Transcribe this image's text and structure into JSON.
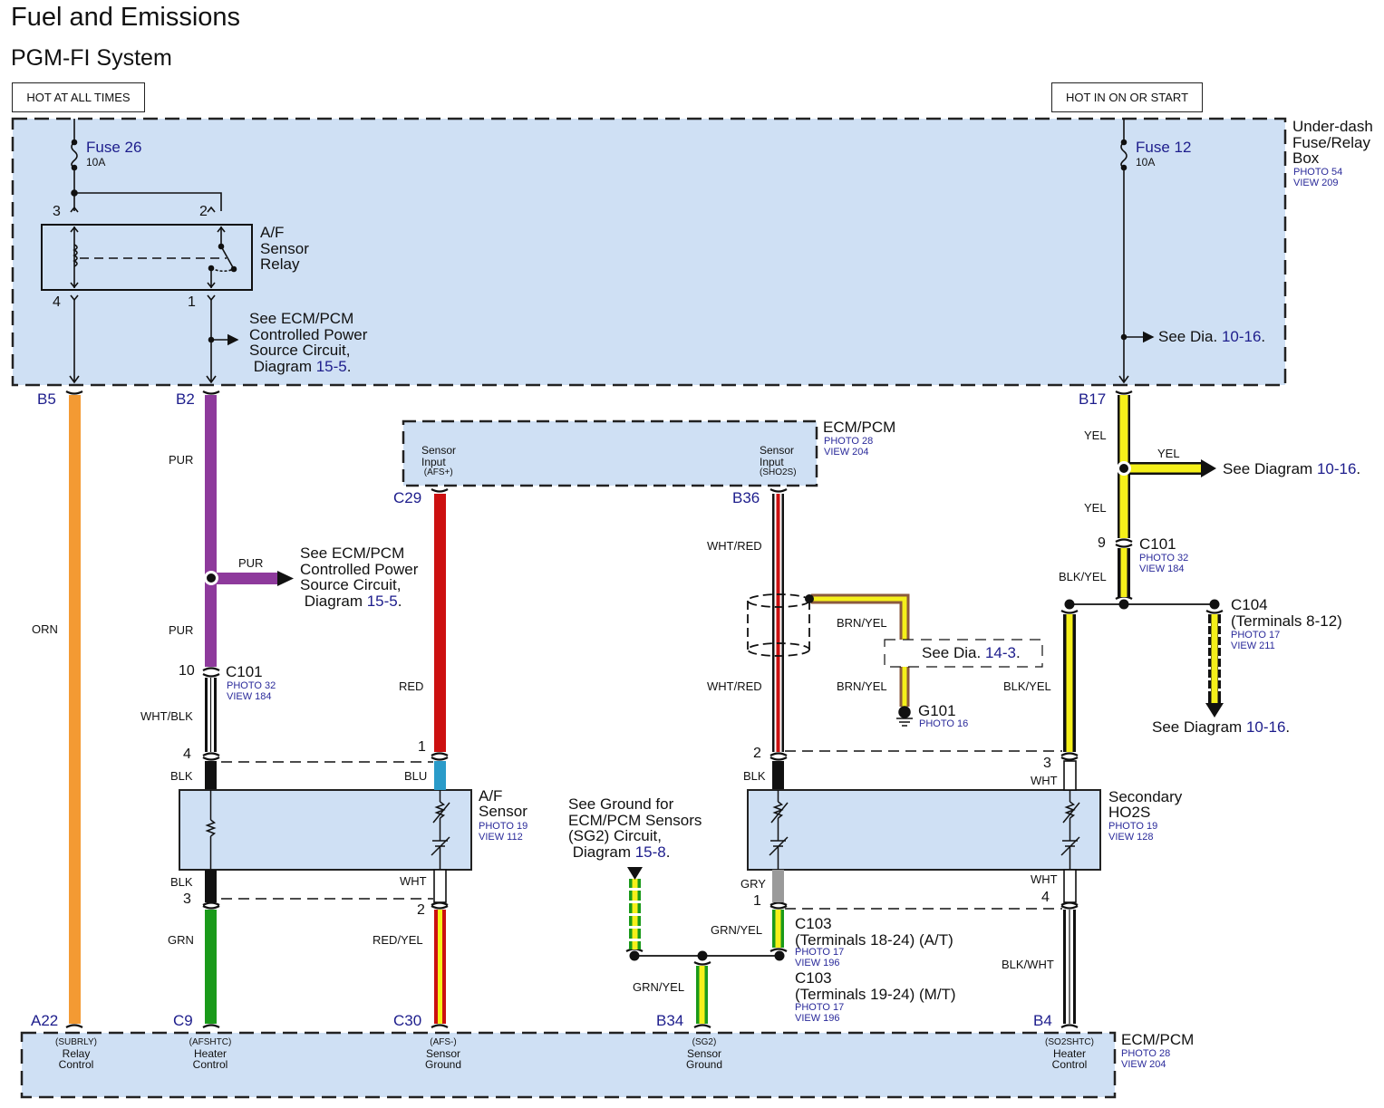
{
  "header": {
    "title": "Fuel and Emissions",
    "subtitle": "PGM-FI System"
  },
  "power_sources": {
    "left": "HOT AT ALL TIMES",
    "right": "HOT IN ON OR START"
  },
  "fuse_box": {
    "name": "Under-dash Fuse/Relay Box",
    "name_lines": [
      "Under-dash",
      "Fuse/Relay",
      "Box"
    ],
    "photo": "PHOTO 54",
    "view": "VIEW 209",
    "fuses": [
      {
        "name": "Fuse 26",
        "rating": "10A"
      },
      {
        "name": "Fuse 12",
        "rating": "10A"
      }
    ],
    "relay": {
      "name_lines": [
        "A/F",
        "Sensor",
        "Relay"
      ],
      "pins": [
        "3",
        "2",
        "4",
        "1"
      ]
    },
    "ref_left": {
      "lines": [
        "See ECM/PCM",
        "Controlled Power",
        "Source Circuit,",
        "Diagram "
      ],
      "link": "15-5",
      "suffix": "."
    },
    "ref_right": {
      "text": "See Dia. ",
      "link": "10-16",
      "suffix": "."
    },
    "terminals": [
      "B5",
      "B2",
      "B17"
    ]
  },
  "ecm_top": {
    "name": "ECM/PCM",
    "photo": "PHOTO 28",
    "view": "VIEW 204",
    "inputs": [
      {
        "lines": [
          "Sensor",
          "Input"
        ],
        "signal": "(AFS+)",
        "terminal": "C29"
      },
      {
        "lines": [
          "Sensor",
          "Input"
        ],
        "signal": "(SHO2S)",
        "terminal": "B36"
      }
    ]
  },
  "wires": {
    "orn": "ORN",
    "pur1": "PUR",
    "pur_branch": "PUR",
    "pur2": "PUR",
    "wht_blk": "WHT/BLK",
    "blk1": "BLK",
    "blk2": "BLK",
    "grn": "GRN",
    "red": "RED",
    "blu": "BLU",
    "wht1": "WHT",
    "red_yel": "RED/YEL",
    "wht_red1": "WHT/RED",
    "wht_red2": "WHT/RED",
    "brn_yel1": "BRN/YEL",
    "brn_yel2": "BRN/YEL",
    "blk3": "BLK",
    "gry": "GRY",
    "grn_yel1": "GRN/YEL",
    "grn_yel2": "GRN/YEL",
    "yel1": "YEL",
    "yel_branch": "YEL",
    "yel2": "YEL",
    "blk_yel1": "BLK/YEL",
    "blk_yel2": "BLK/YEL",
    "wht2": "WHT",
    "wht3": "WHT",
    "blk_wht": "BLK/WHT"
  },
  "refs": {
    "pur_ref": {
      "lines": [
        "See ECM/PCM",
        "Controlled Power",
        "Source Circuit,",
        "Diagram "
      ],
      "link": "15-5",
      "suffix": "."
    },
    "yel_ref": {
      "text": "See Diagram ",
      "link": "10-16",
      "suffix": "."
    },
    "c104_ref": {
      "text": "See Diagram ",
      "link": "10-16",
      "suffix": "."
    },
    "shield_ref": {
      "text": "See Dia. ",
      "link": "14-3",
      "suffix": "."
    },
    "sg2_ref": {
      "lines": [
        "See Ground for",
        "ECM/PCM Sensors",
        "(SG2) Circuit,",
        "Diagram "
      ],
      "link": "15-8",
      "suffix": "."
    }
  },
  "connectors": {
    "c101_left": {
      "name": "C101",
      "pin_top": "10",
      "photo": "PHOTO 32",
      "view": "VIEW 184"
    },
    "c101_right": {
      "name": "C101",
      "pin_top": "9",
      "photo": "PHOTO 32",
      "view": "VIEW 184"
    },
    "c104": {
      "name": "C104",
      "detail": "(Terminals 8-12)",
      "photo": "PHOTO 17",
      "view": "VIEW 211"
    },
    "c103_at": {
      "name": "C103",
      "detail": "(Terminals 18-24)",
      "trans": "(A/T)",
      "photo": "PHOTO 17",
      "view": "VIEW 196"
    },
    "c103_mt": {
      "name": "C103",
      "detail": "(Terminals 19-24)",
      "trans": "(M/T)",
      "photo": "PHOTO 17",
      "view": "VIEW 196"
    },
    "g101": {
      "name": "G101",
      "photo": "PHOTO 16"
    }
  },
  "af_sensor": {
    "name_lines": [
      "A/F",
      "Sensor"
    ],
    "photo": "PHOTO 19",
    "view": "VIEW 112",
    "pins": [
      "4",
      "1",
      "3",
      "2"
    ]
  },
  "ho2s": {
    "name_lines": [
      "Secondary",
      "HO2S"
    ],
    "photo": "PHOTO 19",
    "view": "VIEW 128",
    "pins": [
      "2",
      "3",
      "1",
      "4"
    ]
  },
  "ecm_bottom": {
    "name": "ECM/PCM",
    "photo": "PHOTO 28",
    "view": "VIEW 204",
    "terminals": [
      {
        "id": "A22",
        "signal": "(SUBRLY)",
        "l1": "Relay",
        "l2": "Control"
      },
      {
        "id": "C9",
        "signal": "(AFSHTC)",
        "l1": "Heater",
        "l2": "Control"
      },
      {
        "id": "C30",
        "signal": "(AFS-)",
        "l1": "Sensor",
        "l2": "Ground"
      },
      {
        "id": "B34",
        "signal": "(SG2)",
        "l1": "Sensor",
        "l2": "Ground"
      },
      {
        "id": "B4",
        "signal": "(SO2SHTC)",
        "l1": "Heater",
        "l2": "Control"
      }
    ]
  },
  "colors": {
    "orange": "#f39a33",
    "purple": "#8e3a9c",
    "red": "#cc1010",
    "blue": "#2a9bc9",
    "green": "#1a9a1a",
    "yellow": "#f5f01a",
    "brown": "#8b5a3c",
    "gray": "#9a9a9a",
    "box_fill": "#cfe0f4",
    "link": "#1d1d8c"
  }
}
